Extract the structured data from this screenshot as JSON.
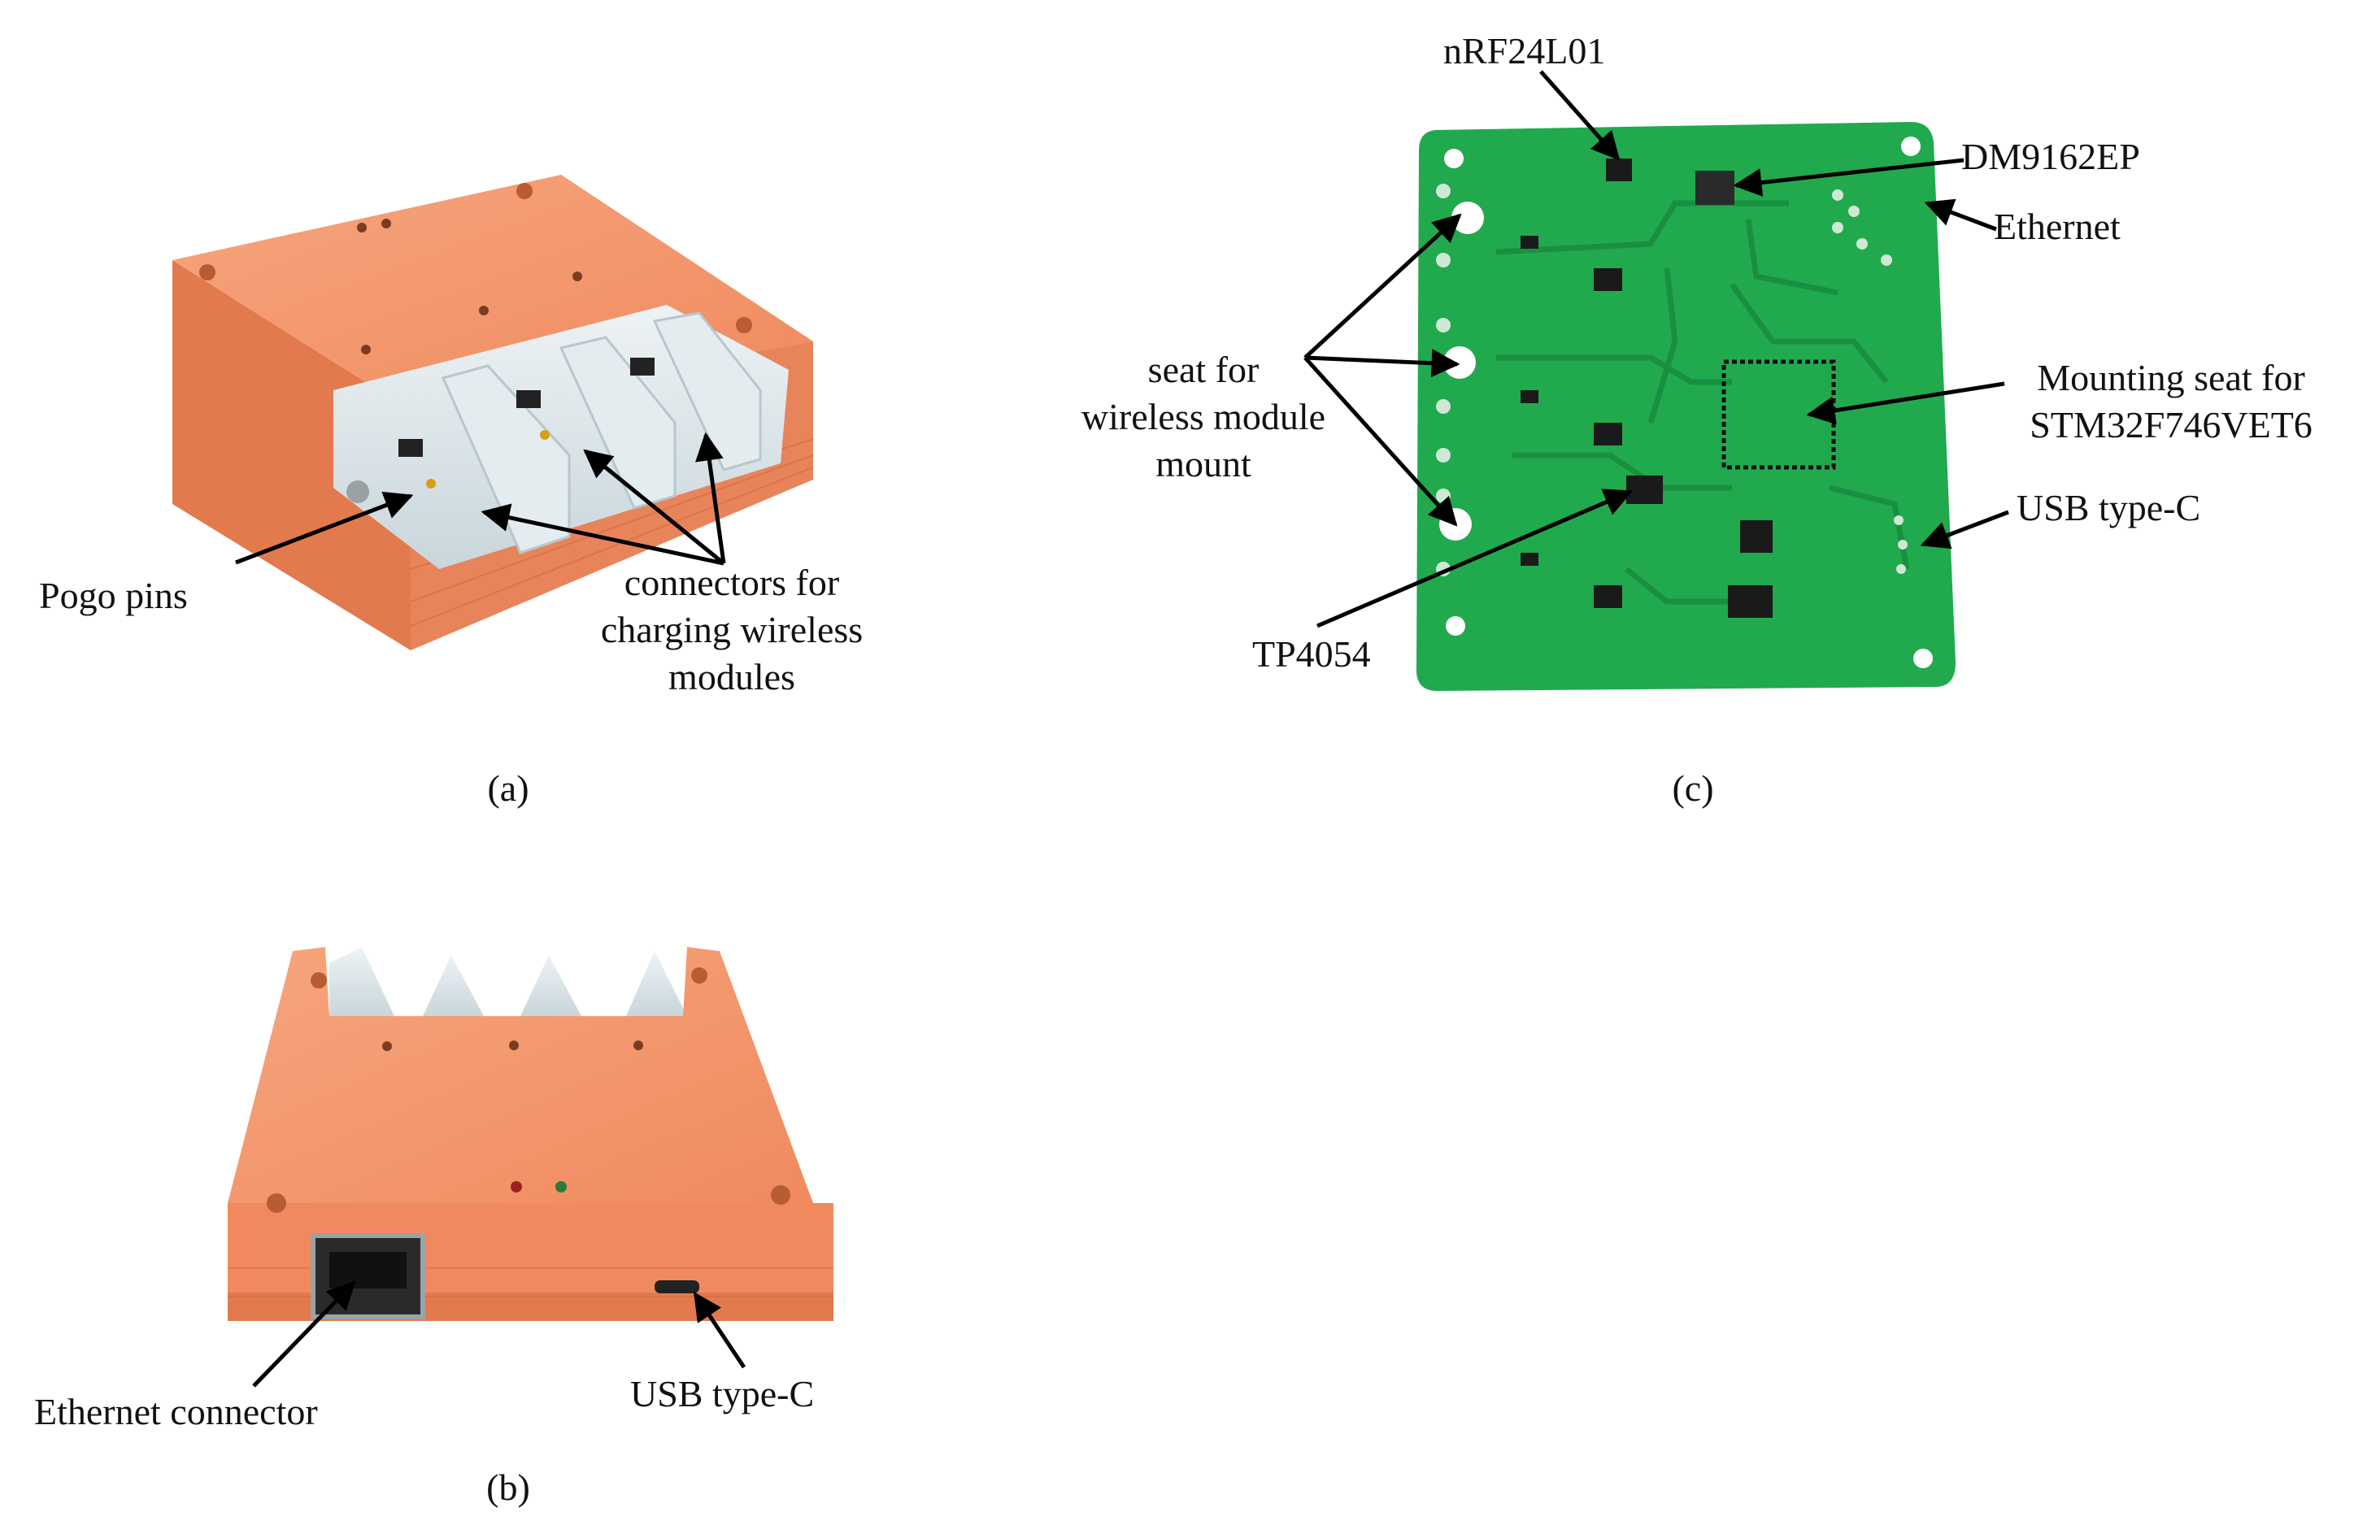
{
  "panels": {
    "a": {
      "caption": "(a)",
      "labels": {
        "pogo_pins": "Pogo pins",
        "connectors_line1": "connectors for",
        "connectors_line2": "charging wireless",
        "connectors_line3": "modules"
      }
    },
    "b": {
      "caption": "(b)",
      "labels": {
        "ethernet_connector": "Ethernet connector",
        "usb_type_c": "USB type-C"
      }
    },
    "c": {
      "caption": "(c)",
      "labels": {
        "nrf24l01": "nRF24L01",
        "dm9162ep": "DM9162EP",
        "ethernet": "Ethernet",
        "seat_line1": "seat for",
        "seat_line2": "wireless module",
        "seat_line3": "mount",
        "mcu_line1": "Mounting seat for",
        "mcu_line2": "STM32F746VET6",
        "usb_type_c": "USB type-C",
        "tp4054": "TP4054"
      }
    }
  },
  "colors": {
    "enclosure_orange": "#f4946a",
    "enclosure_shadow": "#d9734a",
    "pcb_green": "#1fa84c",
    "translucent_insert": "#dfe7ea"
  }
}
